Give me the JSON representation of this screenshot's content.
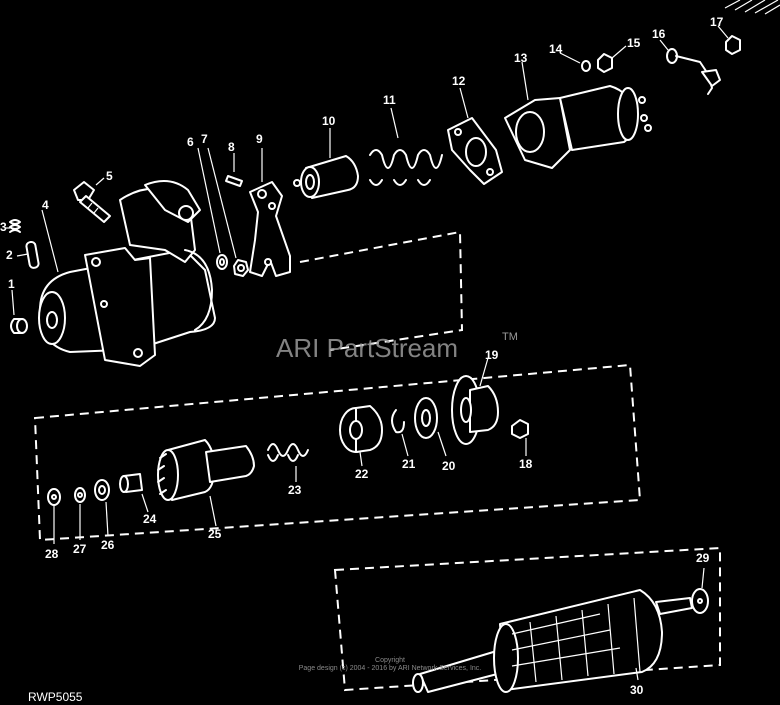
{
  "diagram": {
    "reference_code": "RWP5055",
    "watermark": "ARI PartStream",
    "watermark_tm": "TM",
    "copyright_line1": "Copyright",
    "copyright_line2": "Page design (c) 2004 - 2016 by ARI Network Services, Inc.",
    "callouts": [
      "1",
      "2",
      "3",
      "4",
      "5",
      "6",
      "7",
      "8",
      "9",
      "10",
      "11",
      "12",
      "13",
      "14",
      "15",
      "16",
      "17",
      "18",
      "19",
      "20",
      "21",
      "22",
      "23",
      "24",
      "25",
      "26",
      "27",
      "28",
      "29",
      "30"
    ]
  }
}
